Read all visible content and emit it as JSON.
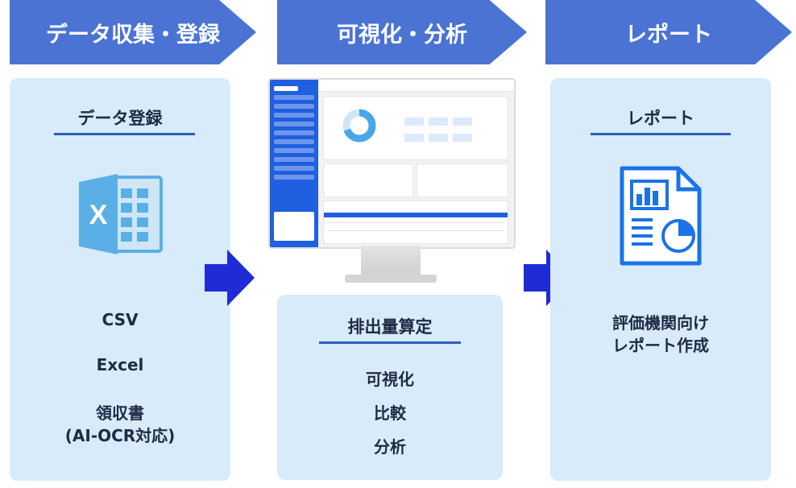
{
  "stages": {
    "collect": "データ収集・登録",
    "visualize": "可視化・分析",
    "report": "レポート"
  },
  "left_panel": {
    "title": "データ登録",
    "icon": "excel-icon",
    "items": [
      "CSV",
      "Excel",
      "領収書",
      "(AI-OCR対応)"
    ]
  },
  "middle_panel": {
    "screen": "dashboard-screenshot",
    "title": "排出量算定",
    "items": [
      "可視化",
      "比較",
      "分析"
    ]
  },
  "right_panel": {
    "title": "レポート",
    "icon": "report-document-icon",
    "items": [
      "評価機関向け",
      "レポート作成"
    ]
  },
  "colors": {
    "chevron": "#4a73d4",
    "panel": "#d7ebfb",
    "arrow": "#1e2bd6",
    "accent": "#2f5dbf"
  }
}
